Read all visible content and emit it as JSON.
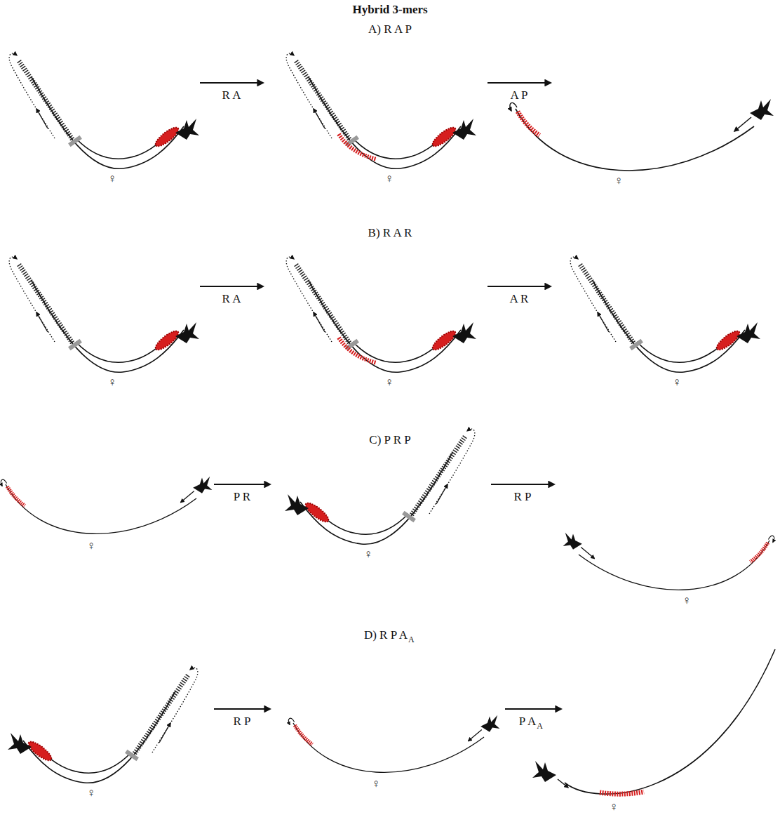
{
  "diagram": {
    "title": "Hybrid 3-mers",
    "labels": [
      "A) R A P",
      "R A",
      "A P",
      "♀",
      "♀",
      "♀",
      "B) R A R",
      "R A",
      "A R",
      "♀",
      "♀",
      "♀",
      "C) P R P",
      "P R",
      "R P",
      "♀",
      "♀",
      "♀",
      "D) R P A",
      "A",
      "R P",
      "P A",
      "A",
      "♀",
      "♀",
      "♀"
    ]
  }
}
